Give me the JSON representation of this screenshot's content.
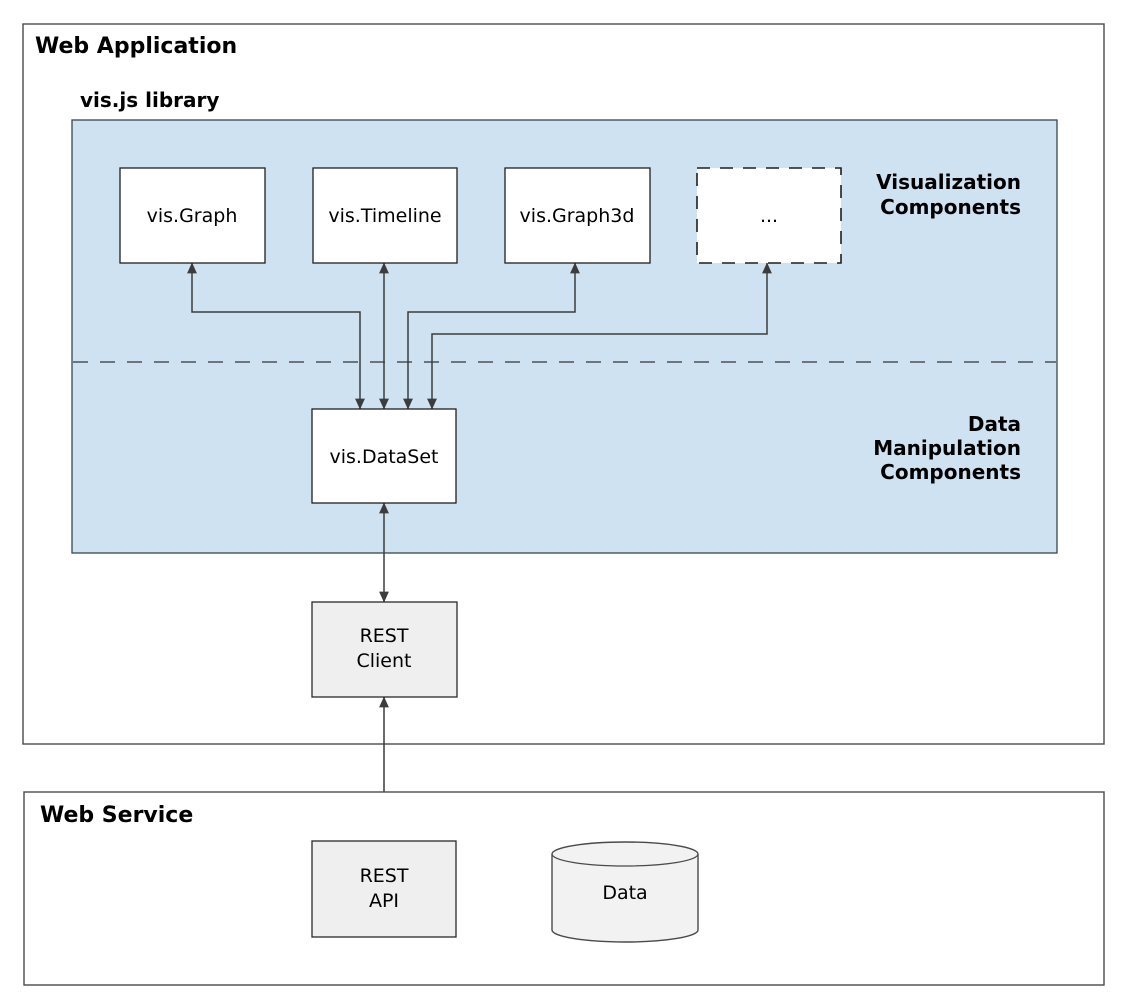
{
  "diagram": {
    "web_application": {
      "title": "Web Application"
    },
    "vis_library": {
      "title": "vis.js library",
      "visualization_section": {
        "line1": "Visualization",
        "line2": "Components"
      },
      "data_manipulation_section": {
        "line1": "Data",
        "line2": "Manipulation",
        "line3": "Components"
      },
      "components": {
        "graph": "vis.Graph",
        "timeline": "vis.Timeline",
        "graph3d": "vis.Graph3d",
        "other": "...",
        "dataset": "vis.DataSet"
      }
    },
    "rest_client": {
      "line1": "REST",
      "line2": "Client"
    },
    "web_service": {
      "title": "Web Service",
      "rest_api": {
        "line1": "REST",
        "line2": "API"
      },
      "data_store": "Data"
    },
    "colors": {
      "library_panel_fill": "#cfe2f1",
      "component_box_fill": "#ffffff",
      "service_box_fill": "#efefef",
      "edge_color": "#3c3c3c",
      "text_color": "#000000"
    }
  }
}
